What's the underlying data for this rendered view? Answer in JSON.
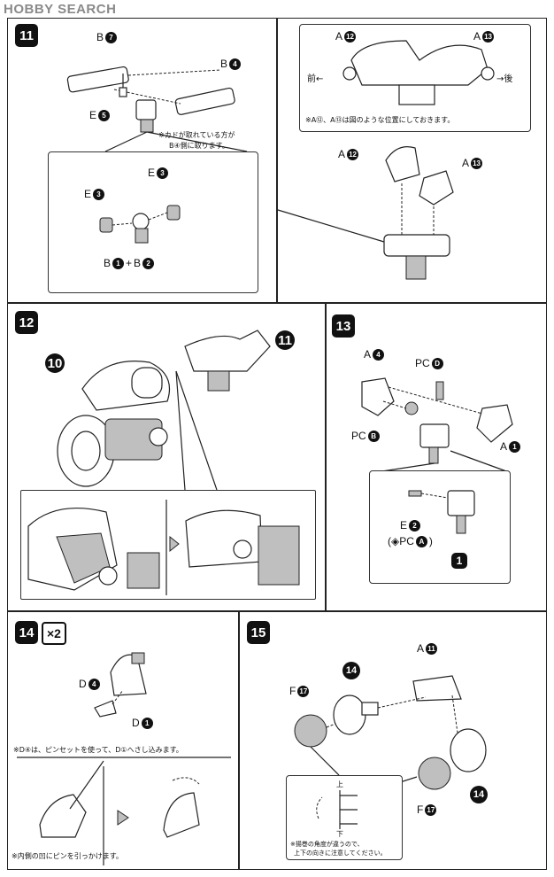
{
  "header": {
    "logo_text": "HOBBY SEARCH"
  },
  "steps": {
    "s11": {
      "number": "11",
      "labels": {
        "b7": "B",
        "b7n": "7",
        "b4": "B",
        "b4n": "4",
        "e5": "E",
        "e5n": "5",
        "e3a": "E",
        "e3an": "3",
        "e3b": "E",
        "e3bn": "3",
        "b1": "B",
        "b1n": "1",
        "plus": "+",
        "b2": "B",
        "b2n": "2",
        "a12a": "A",
        "a12an": "12",
        "a13a": "A",
        "a13an": "13",
        "a12b": "A",
        "a12bn": "12",
        "a13b": "A",
        "a13bn": "13"
      },
      "note_direction_line1": "※カドが取れている方が",
      "note_direction_line2": "B④側に取ります。",
      "front": "前←",
      "rear": "→後",
      "note_position": "※A⑫、A⑬は図のような位置にしておきます。"
    },
    "s12": {
      "number": "12",
      "call10": "10",
      "call11": "11"
    },
    "s13": {
      "number": "13",
      "labels": {
        "a4": "A",
        "a4n": "4",
        "pcd": "PC",
        "pcdn": "D",
        "pcb": "PC",
        "pcbn": "B",
        "a1": "A",
        "a1n": "1",
        "e2": "E",
        "e2n": "2",
        "pca": "(◈PC",
        "pcan": "A",
        "pcaend": ")"
      },
      "call1": "1"
    },
    "s14": {
      "number": "14",
      "multiplier": "×2",
      "labels": {
        "d4": "D",
        "d4n": "4",
        "d1": "D",
        "d1n": "1"
      },
      "note_tweezers": "※D④は、ピンセットを使って、D①へさし込みます。",
      "note_pin": "※内側の凹にピンを引っかけます。"
    },
    "s15": {
      "number": "15",
      "labels": {
        "a11": "A",
        "a11n": "11",
        "f17a": "F",
        "f17an": "17",
        "f17b": "F",
        "f17bn": "17"
      },
      "call14a": "14",
      "call14b": "14",
      "up": "上",
      "down": "下",
      "note_angle_line1": "※揚巻の角度が違うので、",
      "note_angle_line2": "上下の向きに注意してください。"
    }
  }
}
